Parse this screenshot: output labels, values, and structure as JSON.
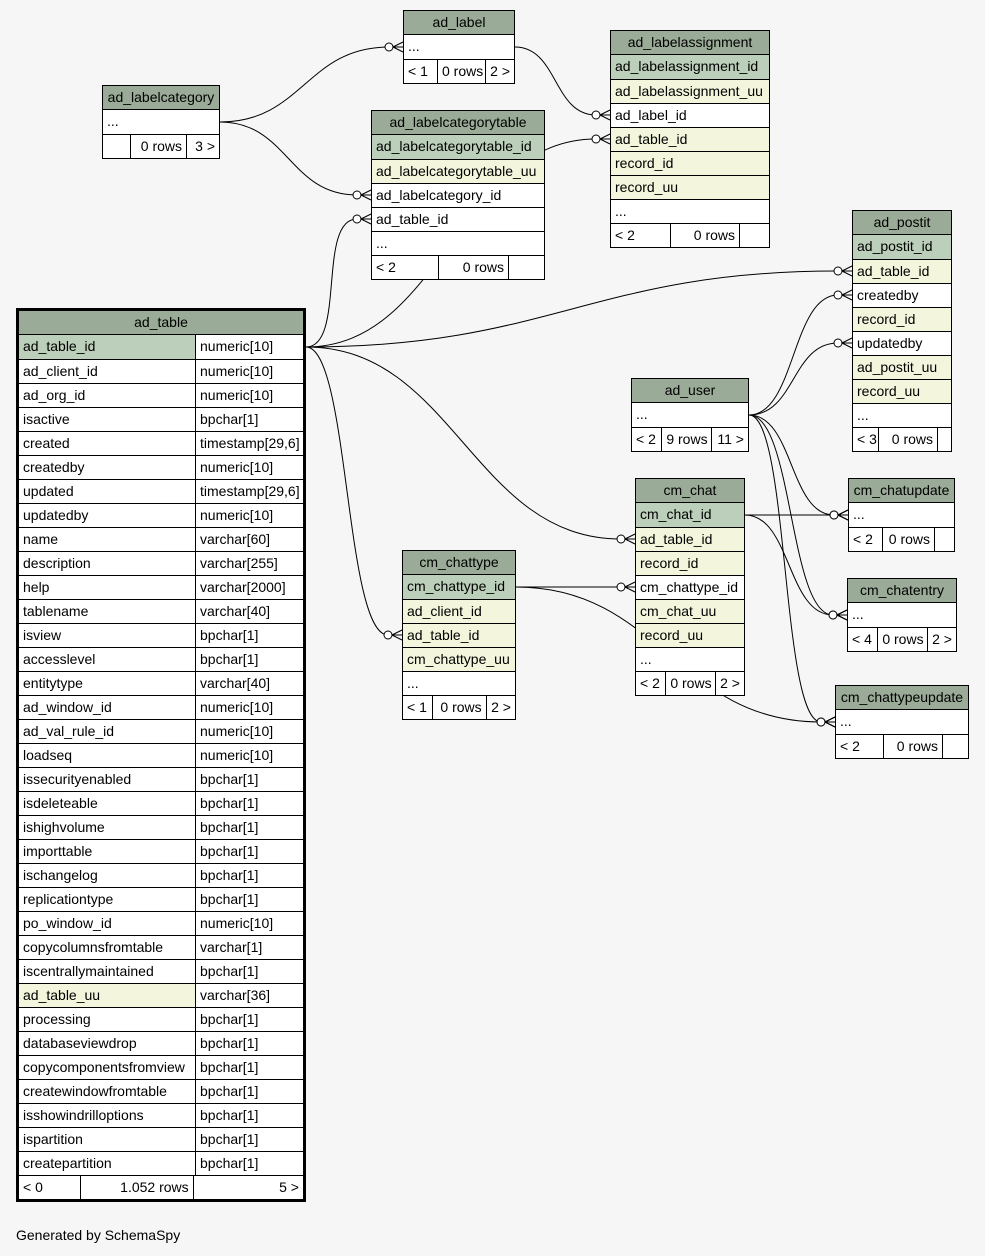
{
  "footer_credit": "Generated by SchemaSpy",
  "tables": {
    "ad_label": {
      "name": "ad_label",
      "rows": [
        {
          "name": "...",
          "kind": "plain"
        }
      ],
      "footer": [
        "< 1",
        "0 rows",
        "2 >"
      ]
    },
    "ad_labelcategory": {
      "name": "ad_labelcategory",
      "rows": [
        {
          "name": "...",
          "kind": "plain"
        }
      ],
      "footer": [
        "",
        "0 rows",
        "3 >"
      ]
    },
    "ad_labelassignment": {
      "name": "ad_labelassignment",
      "rows": [
        {
          "name": "ad_labelassignment_id",
          "kind": "pk"
        },
        {
          "name": "ad_labelassignment_uu",
          "kind": "fk"
        },
        {
          "name": "ad_label_id",
          "kind": "plain"
        },
        {
          "name": "ad_table_id",
          "kind": "fk"
        },
        {
          "name": "record_id",
          "kind": "fk"
        },
        {
          "name": "record_uu",
          "kind": "fk"
        },
        {
          "name": "...",
          "kind": "plain"
        }
      ],
      "footer": [
        "< 2",
        "0 rows",
        ""
      ]
    },
    "ad_labelcategorytable": {
      "name": "ad_labelcategorytable",
      "rows": [
        {
          "name": "ad_labelcategorytable_id",
          "kind": "pk"
        },
        {
          "name": "ad_labelcategorytable_uu",
          "kind": "fk"
        },
        {
          "name": "ad_labelcategory_id",
          "kind": "plain"
        },
        {
          "name": "ad_table_id",
          "kind": "plain"
        },
        {
          "name": "...",
          "kind": "plain"
        }
      ],
      "footer": [
        "< 2",
        "0 rows",
        ""
      ]
    },
    "ad_postit": {
      "name": "ad_postit",
      "rows": [
        {
          "name": "ad_postit_id",
          "kind": "pk"
        },
        {
          "name": "ad_table_id",
          "kind": "fk"
        },
        {
          "name": "createdby",
          "kind": "plain"
        },
        {
          "name": "record_id",
          "kind": "fk"
        },
        {
          "name": "updatedby",
          "kind": "plain"
        },
        {
          "name": "ad_postit_uu",
          "kind": "fk"
        },
        {
          "name": "record_uu",
          "kind": "fk"
        },
        {
          "name": "...",
          "kind": "plain"
        }
      ],
      "footer": [
        "< 3",
        "0 rows",
        ""
      ]
    },
    "ad_user": {
      "name": "ad_user",
      "rows": [
        {
          "name": "...",
          "kind": "plain"
        }
      ],
      "footer": [
        "< 2",
        "9 rows",
        "11 >"
      ]
    },
    "cm_chat": {
      "name": "cm_chat",
      "rows": [
        {
          "name": "cm_chat_id",
          "kind": "pk"
        },
        {
          "name": "ad_table_id",
          "kind": "fk"
        },
        {
          "name": "record_id",
          "kind": "fk"
        },
        {
          "name": "cm_chattype_id",
          "kind": "plain"
        },
        {
          "name": "cm_chat_uu",
          "kind": "fk"
        },
        {
          "name": "record_uu",
          "kind": "fk"
        },
        {
          "name": "...",
          "kind": "plain"
        }
      ],
      "footer": [
        "< 2",
        "0 rows",
        "2 >"
      ]
    },
    "cm_chatupdate": {
      "name": "cm_chatupdate",
      "rows": [
        {
          "name": "...",
          "kind": "plain"
        }
      ],
      "footer": [
        "< 2",
        "0 rows",
        ""
      ]
    },
    "cm_chatentry": {
      "name": "cm_chatentry",
      "rows": [
        {
          "name": "...",
          "kind": "plain"
        }
      ],
      "footer": [
        "< 4",
        "0 rows",
        "2 >"
      ]
    },
    "cm_chattypeupdate": {
      "name": "cm_chattypeupdate",
      "rows": [
        {
          "name": "...",
          "kind": "plain"
        }
      ],
      "footer": [
        "< 2",
        "0 rows",
        ""
      ]
    },
    "cm_chattype": {
      "name": "cm_chattype",
      "rows": [
        {
          "name": "cm_chattype_id",
          "kind": "pk"
        },
        {
          "name": "ad_client_id",
          "kind": "fk"
        },
        {
          "name": "ad_table_id",
          "kind": "fk"
        },
        {
          "name": "cm_chattype_uu",
          "kind": "fk"
        },
        {
          "name": "...",
          "kind": "plain"
        }
      ],
      "footer": [
        "< 1",
        "0 rows",
        "2 >"
      ]
    },
    "ad_table": {
      "name": "ad_table",
      "rows": [
        {
          "name": "ad_table_id",
          "type": "numeric[10]",
          "kind": "pk"
        },
        {
          "name": "ad_client_id",
          "type": "numeric[10]",
          "kind": "plain"
        },
        {
          "name": "ad_org_id",
          "type": "numeric[10]",
          "kind": "plain"
        },
        {
          "name": "isactive",
          "type": "bpchar[1]",
          "kind": "plain"
        },
        {
          "name": "created",
          "type": "timestamp[29,6]",
          "kind": "plain"
        },
        {
          "name": "createdby",
          "type": "numeric[10]",
          "kind": "plain"
        },
        {
          "name": "updated",
          "type": "timestamp[29,6]",
          "kind": "plain"
        },
        {
          "name": "updatedby",
          "type": "numeric[10]",
          "kind": "plain"
        },
        {
          "name": "name",
          "type": "varchar[60]",
          "kind": "plain"
        },
        {
          "name": "description",
          "type": "varchar[255]",
          "kind": "plain"
        },
        {
          "name": "help",
          "type": "varchar[2000]",
          "kind": "plain"
        },
        {
          "name": "tablename",
          "type": "varchar[40]",
          "kind": "plain"
        },
        {
          "name": "isview",
          "type": "bpchar[1]",
          "kind": "plain"
        },
        {
          "name": "accesslevel",
          "type": "bpchar[1]",
          "kind": "plain"
        },
        {
          "name": "entitytype",
          "type": "varchar[40]",
          "kind": "plain"
        },
        {
          "name": "ad_window_id",
          "type": "numeric[10]",
          "kind": "plain"
        },
        {
          "name": "ad_val_rule_id",
          "type": "numeric[10]",
          "kind": "plain"
        },
        {
          "name": "loadseq",
          "type": "numeric[10]",
          "kind": "plain"
        },
        {
          "name": "issecurityenabled",
          "type": "bpchar[1]",
          "kind": "plain"
        },
        {
          "name": "isdeleteable",
          "type": "bpchar[1]",
          "kind": "plain"
        },
        {
          "name": "ishighvolume",
          "type": "bpchar[1]",
          "kind": "plain"
        },
        {
          "name": "importtable",
          "type": "bpchar[1]",
          "kind": "plain"
        },
        {
          "name": "ischangelog",
          "type": "bpchar[1]",
          "kind": "plain"
        },
        {
          "name": "replicationtype",
          "type": "bpchar[1]",
          "kind": "plain"
        },
        {
          "name": "po_window_id",
          "type": "numeric[10]",
          "kind": "plain"
        },
        {
          "name": "copycolumnsfromtable",
          "type": "varchar[1]",
          "kind": "plain"
        },
        {
          "name": "iscentrallymaintained",
          "type": "bpchar[1]",
          "kind": "plain"
        },
        {
          "name": "ad_table_uu",
          "type": "varchar[36]",
          "kind": "fk"
        },
        {
          "name": "processing",
          "type": "bpchar[1]",
          "kind": "plain"
        },
        {
          "name": "databaseviewdrop",
          "type": "bpchar[1]",
          "kind": "plain"
        },
        {
          "name": "copycomponentsfromview",
          "type": "bpchar[1]",
          "kind": "plain"
        },
        {
          "name": "createwindowfromtable",
          "type": "bpchar[1]",
          "kind": "plain"
        },
        {
          "name": "isshowindrilloptions",
          "type": "bpchar[1]",
          "kind": "plain"
        },
        {
          "name": "ispartition",
          "type": "bpchar[1]",
          "kind": "plain"
        },
        {
          "name": "createpartition",
          "type": "bpchar[1]",
          "kind": "plain"
        }
      ],
      "footer": [
        "< 0",
        "1.052 rows",
        "5 >"
      ]
    }
  },
  "relationships": [
    {
      "from": "ad_labelcategory",
      "to": "ad_label"
    },
    {
      "from": "ad_labelcategory",
      "to": "ad_labelcategorytable.ad_labelcategory_id"
    },
    {
      "from": "ad_label",
      "to": "ad_labelassignment.ad_label_id"
    },
    {
      "from": "ad_table.ad_table_id",
      "to": "ad_labelcategorytable.ad_table_id"
    },
    {
      "from": "ad_table.ad_table_id",
      "to": "ad_labelassignment.ad_table_id"
    },
    {
      "from": "ad_table.ad_table_id",
      "to": "ad_postit.ad_table_id"
    },
    {
      "from": "ad_table.ad_table_id",
      "to": "cm_chat.ad_table_id"
    },
    {
      "from": "ad_table.ad_table_id",
      "to": "cm_chattype.ad_table_id"
    },
    {
      "from": "ad_user",
      "to": "ad_postit.createdby"
    },
    {
      "from": "ad_user",
      "to": "ad_postit.updatedby"
    },
    {
      "from": "ad_user",
      "to": "cm_chatupdate"
    },
    {
      "from": "ad_user",
      "to": "cm_chatentry"
    },
    {
      "from": "ad_user",
      "to": "cm_chattypeupdate"
    },
    {
      "from": "cm_chat.cm_chat_id",
      "to": "cm_chatupdate"
    },
    {
      "from": "cm_chat.cm_chat_id",
      "to": "cm_chatentry"
    },
    {
      "from": "cm_chattype.cm_chattype_id",
      "to": "cm_chat.cm_chattype_id"
    },
    {
      "from": "cm_chattype.cm_chattype_id",
      "to": "cm_chattypeupdate"
    }
  ],
  "colors": {
    "background": "#f6f6f6",
    "header": "#9aab97",
    "primary_key": "#bccfba",
    "foreign_key": "#f3f6dc",
    "plain": "#ffffff",
    "line": "#000000"
  }
}
